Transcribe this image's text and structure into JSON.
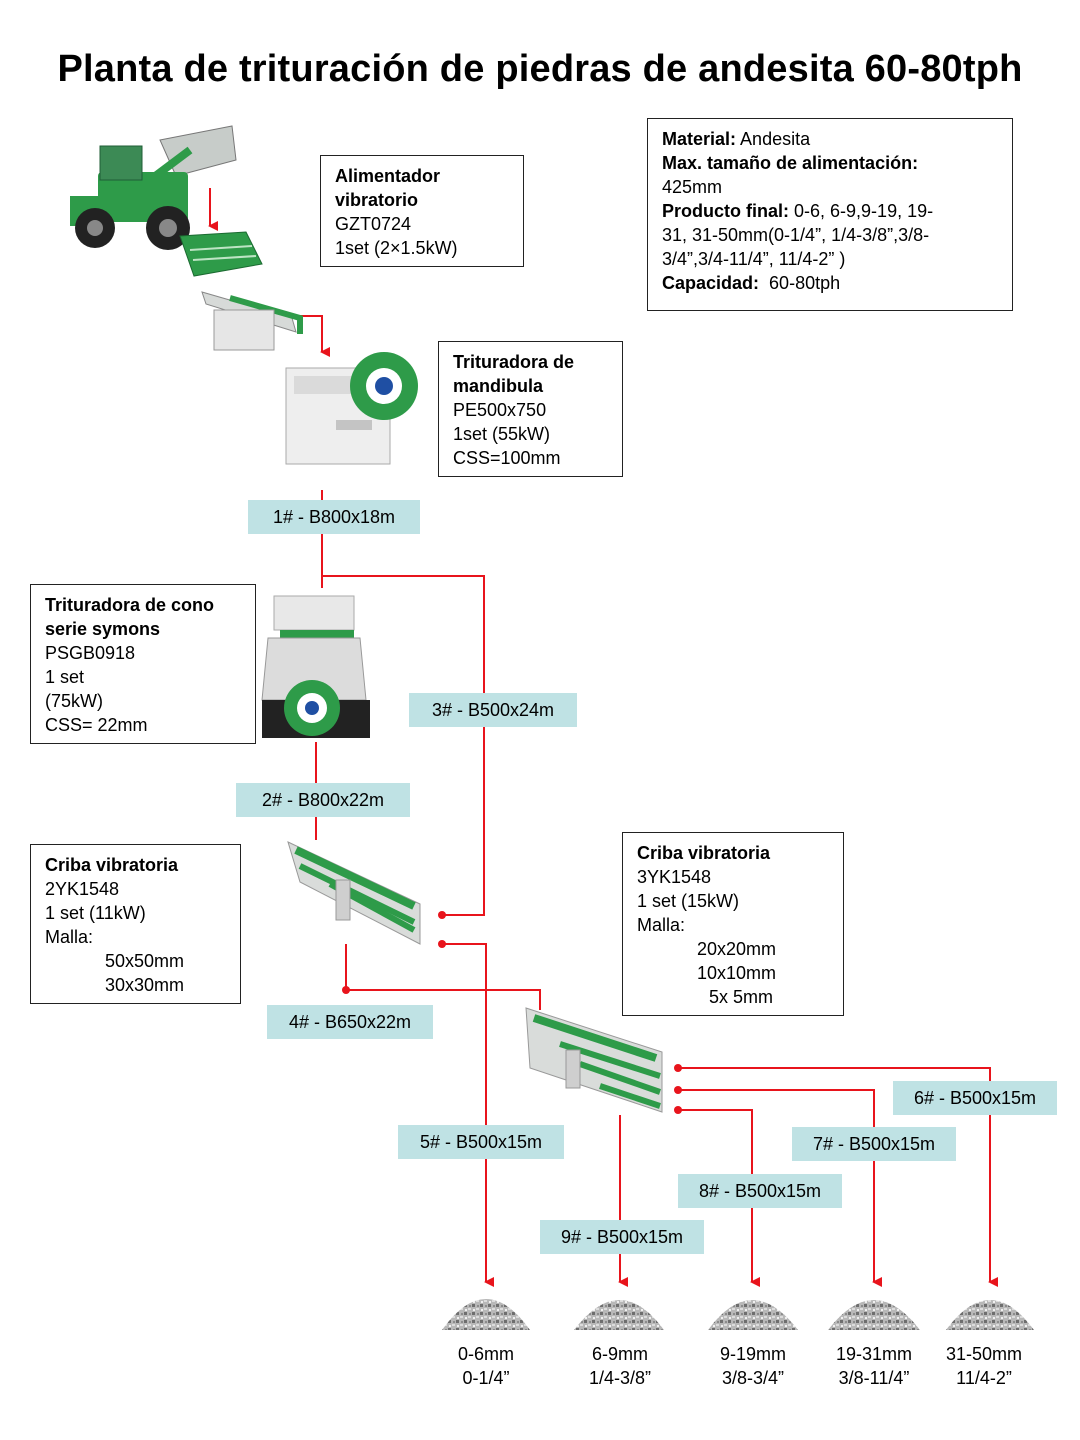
{
  "title": "Planta de trituración de piedras de andesita 60-80tph",
  "colors": {
    "line": "#e8141c",
    "belt_bg": "#bfe2e4",
    "machine_green": "#2e9b49"
  },
  "spec": {
    "material_label": "Material:",
    "material_value": "Andesita",
    "feed_label": "Max. tamaño de alimentación:",
    "feed_value": "425mm",
    "product_label": "Producto final:",
    "product_value_1": "0-6, 6-9,9-19, 19-",
    "product_value_2": "31, 31-50mm(0-1/4”, 1/4-3/8”,3/8-",
    "product_value_3": "3/4”,3/4-11/4”, 11/4-2” )",
    "capacity_label": "Capacidad:",
    "capacity_value": "60-80tph"
  },
  "feeder": {
    "name_1": "Alimentador",
    "name_2": "vibratorio",
    "model": "GZT0724",
    "qty": "1set  (2×1.5kW)"
  },
  "jaw": {
    "name_1": "Trituradora de",
    "name_2": "mandibula",
    "model": "PE500x750",
    "qty": "1set  (55kW)",
    "css": "CSS=100mm"
  },
  "cone": {
    "name_1": "Trituradora de cono",
    "name_2": "serie symons",
    "model": "PSGB0918",
    "qty": "1 set",
    "power": "(75kW)",
    "css": "CSS= 22mm"
  },
  "screen1": {
    "name": "Criba vibratoria",
    "model": "2YK1548",
    "qty": "1 set  (11kW)",
    "mesh_label": "Malla:",
    "mesh_1": "50x50mm",
    "mesh_2": "30x30mm"
  },
  "screen2": {
    "name": "Criba vibratoria",
    "model": "3YK1548",
    "qty": "1 set  (15kW)",
    "mesh_label": "Malla:",
    "mesh_1": "20x20mm",
    "mesh_2": "10x10mm",
    "mesh_3": "5x 5mm"
  },
  "belts": {
    "b1": "1# - B800x18m",
    "b2": "2# - B800x22m",
    "b3": "3# - B500x24m",
    "b4": "4# - B650x22m",
    "b5": "5# - B500x15m",
    "b6": "6# - B500x15m",
    "b7": "7# - B500x15m",
    "b8": "8# - B500x15m",
    "b9": "9# - B500x15m"
  },
  "products": [
    {
      "size": "0-6mm",
      "inch": "0-1/4”"
    },
    {
      "size": "6-9mm",
      "inch": "1/4-3/8”"
    },
    {
      "size": "9-19mm",
      "inch": "3/8-3/4”"
    },
    {
      "size": "19-31mm",
      "inch": "3/8-11/4”"
    },
    {
      "size": "31-50mm",
      "inch": "11/4-2”"
    }
  ]
}
